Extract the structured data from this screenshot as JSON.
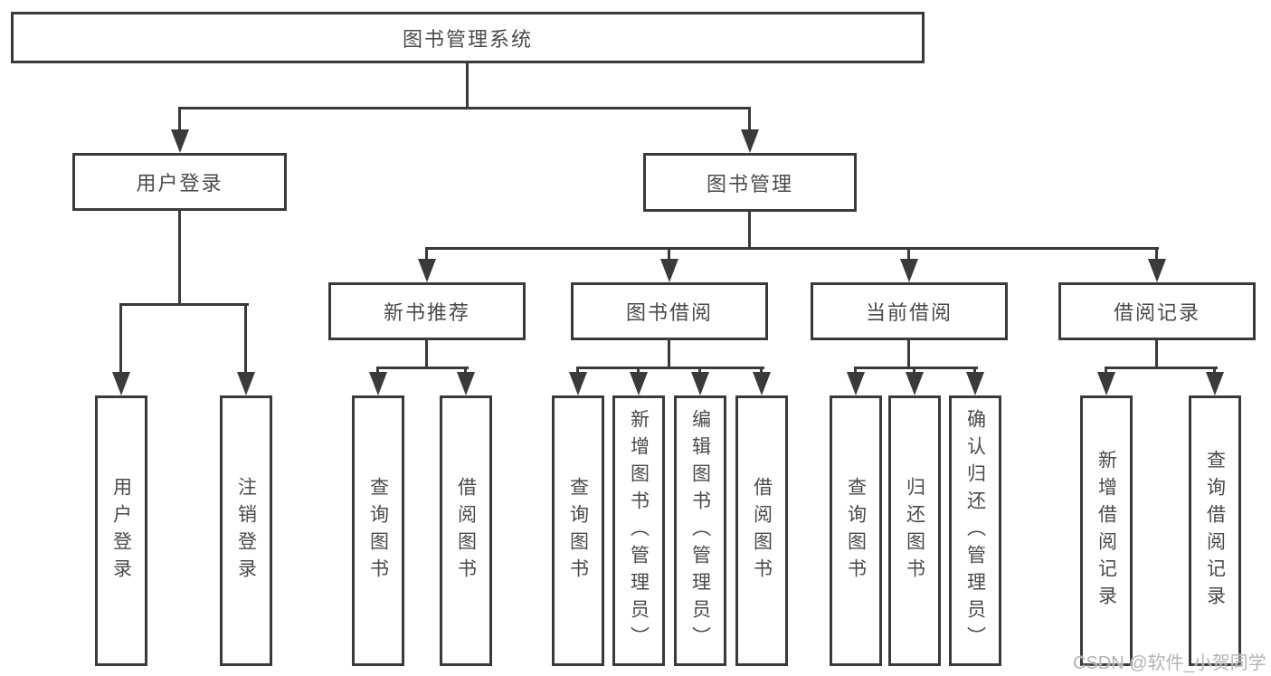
{
  "title": "图书管理系统",
  "watermark": "CSDN @软件_小贺同学",
  "colors": {
    "line": "#3a3a3a",
    "text": "#4a4a4a",
    "background": "#ffffff",
    "watermark": "#b4b4b4"
  },
  "tree": {
    "root": {
      "label": "图书管理系统",
      "children": [
        {
          "label": "用户登录",
          "children": [
            {
              "label": "用户登录"
            },
            {
              "label": "注销登录"
            }
          ]
        },
        {
          "label": "图书管理",
          "children": [
            {
              "label": "新书推荐",
              "children": [
                {
                  "label": "查询图书"
                },
                {
                  "label": "借阅图书"
                }
              ]
            },
            {
              "label": "图书借阅",
              "children": [
                {
                  "label": "查询图书"
                },
                {
                  "label": "新增图书（管理员）"
                },
                {
                  "label": "编辑图书（管理员）"
                },
                {
                  "label": "借阅图书"
                }
              ]
            },
            {
              "label": "当前借阅",
              "children": [
                {
                  "label": "查询图书"
                },
                {
                  "label": "归还图书"
                },
                {
                  "label": "确认归还（管理员）"
                }
              ]
            },
            {
              "label": "借阅记录",
              "children": [
                {
                  "label": "新增借阅记录"
                },
                {
                  "label": "查询借阅记录"
                }
              ]
            }
          ]
        }
      ]
    }
  }
}
